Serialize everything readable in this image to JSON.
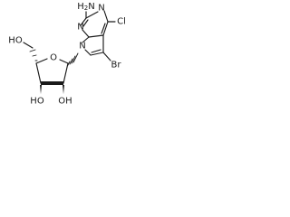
{
  "molecule": {
    "atoms": {
      "amine": {
        "main": "H",
        "sub": "2",
        "tail": "N"
      },
      "chloro": "Cl",
      "bromo": "Br",
      "pyrimidine_n_top": "N",
      "pyrimidine_n_bottom": "N",
      "pyrrole_n": "N",
      "ring_oxygen": "O",
      "hydroxymethyl": "HO",
      "hydroxyl_3": "HO",
      "hydroxyl_2": "OH"
    }
  }
}
